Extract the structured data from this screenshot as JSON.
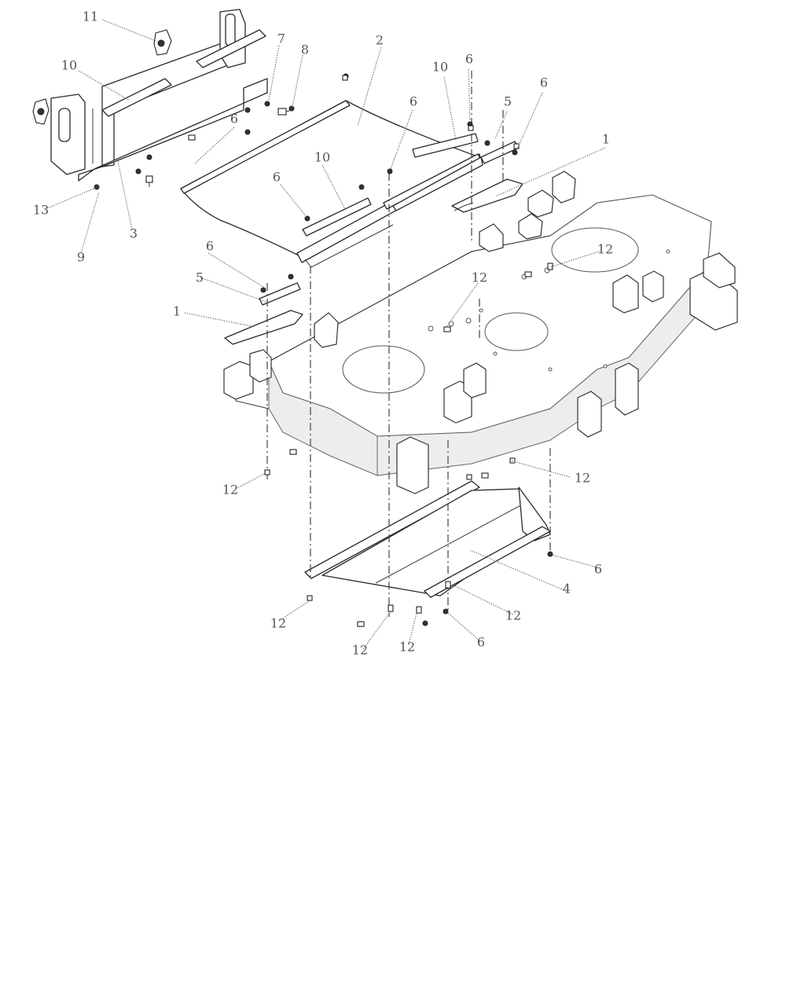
{
  "callouts": [
    {
      "id": "c11-a",
      "label": "11"
    },
    {
      "id": "c10-a",
      "label": "10"
    },
    {
      "id": "c7",
      "label": "7"
    },
    {
      "id": "c8",
      "label": "8"
    },
    {
      "id": "c2",
      "label": "2"
    },
    {
      "id": "c10-b",
      "label": "10"
    },
    {
      "id": "c6-a",
      "label": "6"
    },
    {
      "id": "c6-b",
      "label": "6"
    },
    {
      "id": "c5-a",
      "label": "5"
    },
    {
      "id": "c6-c",
      "label": "6"
    },
    {
      "id": "c1-a",
      "label": "1"
    },
    {
      "id": "c6-d",
      "label": "6"
    },
    {
      "id": "c10-c",
      "label": "10"
    },
    {
      "id": "c6-e",
      "label": "6"
    },
    {
      "id": "c13",
      "label": "13"
    },
    {
      "id": "c3",
      "label": "3"
    },
    {
      "id": "c9",
      "label": "9"
    },
    {
      "id": "c12-a",
      "label": "12"
    },
    {
      "id": "c6-f",
      "label": "6"
    },
    {
      "id": "c5-b",
      "label": "5"
    },
    {
      "id": "c12-b",
      "label": "12"
    },
    {
      "id": "c1-b",
      "label": "1"
    },
    {
      "id": "c12-c",
      "label": "12"
    },
    {
      "id": "c12-d",
      "label": "12"
    },
    {
      "id": "c6-g",
      "label": "6"
    },
    {
      "id": "c4",
      "label": "4"
    },
    {
      "id": "c12-e",
      "label": "12"
    },
    {
      "id": "c12-f",
      "label": "12"
    },
    {
      "id": "c12-g",
      "label": "12"
    },
    {
      "id": "c12-h",
      "label": "12"
    },
    {
      "id": "c6-h",
      "label": "6"
    }
  ]
}
